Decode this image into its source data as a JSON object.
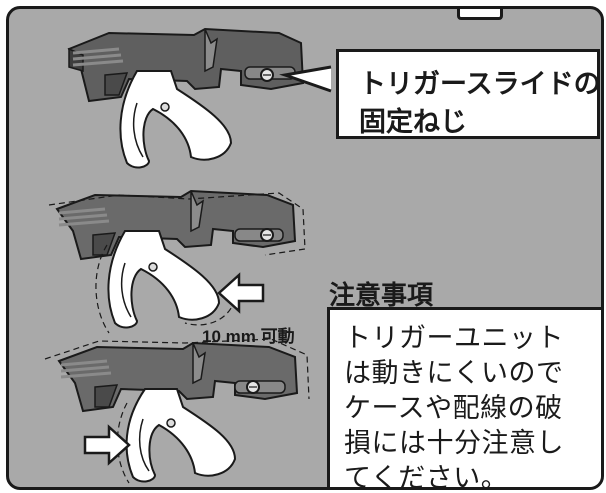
{
  "labels": {
    "screw_line1": "トリガースライドの",
    "screw_line2": "固定ねじ",
    "caution_title": "注意事項",
    "movement": "10 mm 可動"
  },
  "note_lines": [
    "トリガーユニット",
    "は動きにくいので",
    "ケースや配線の破",
    "損には十分注意し",
    "てください。"
  ],
  "colors": {
    "panel_bg": "#a9a9a9",
    "part_dark": "#5a5a5a",
    "part_mid": "#6e6e6e",
    "trigger_white": "#ffffff",
    "outline": "#1a1a1a"
  }
}
